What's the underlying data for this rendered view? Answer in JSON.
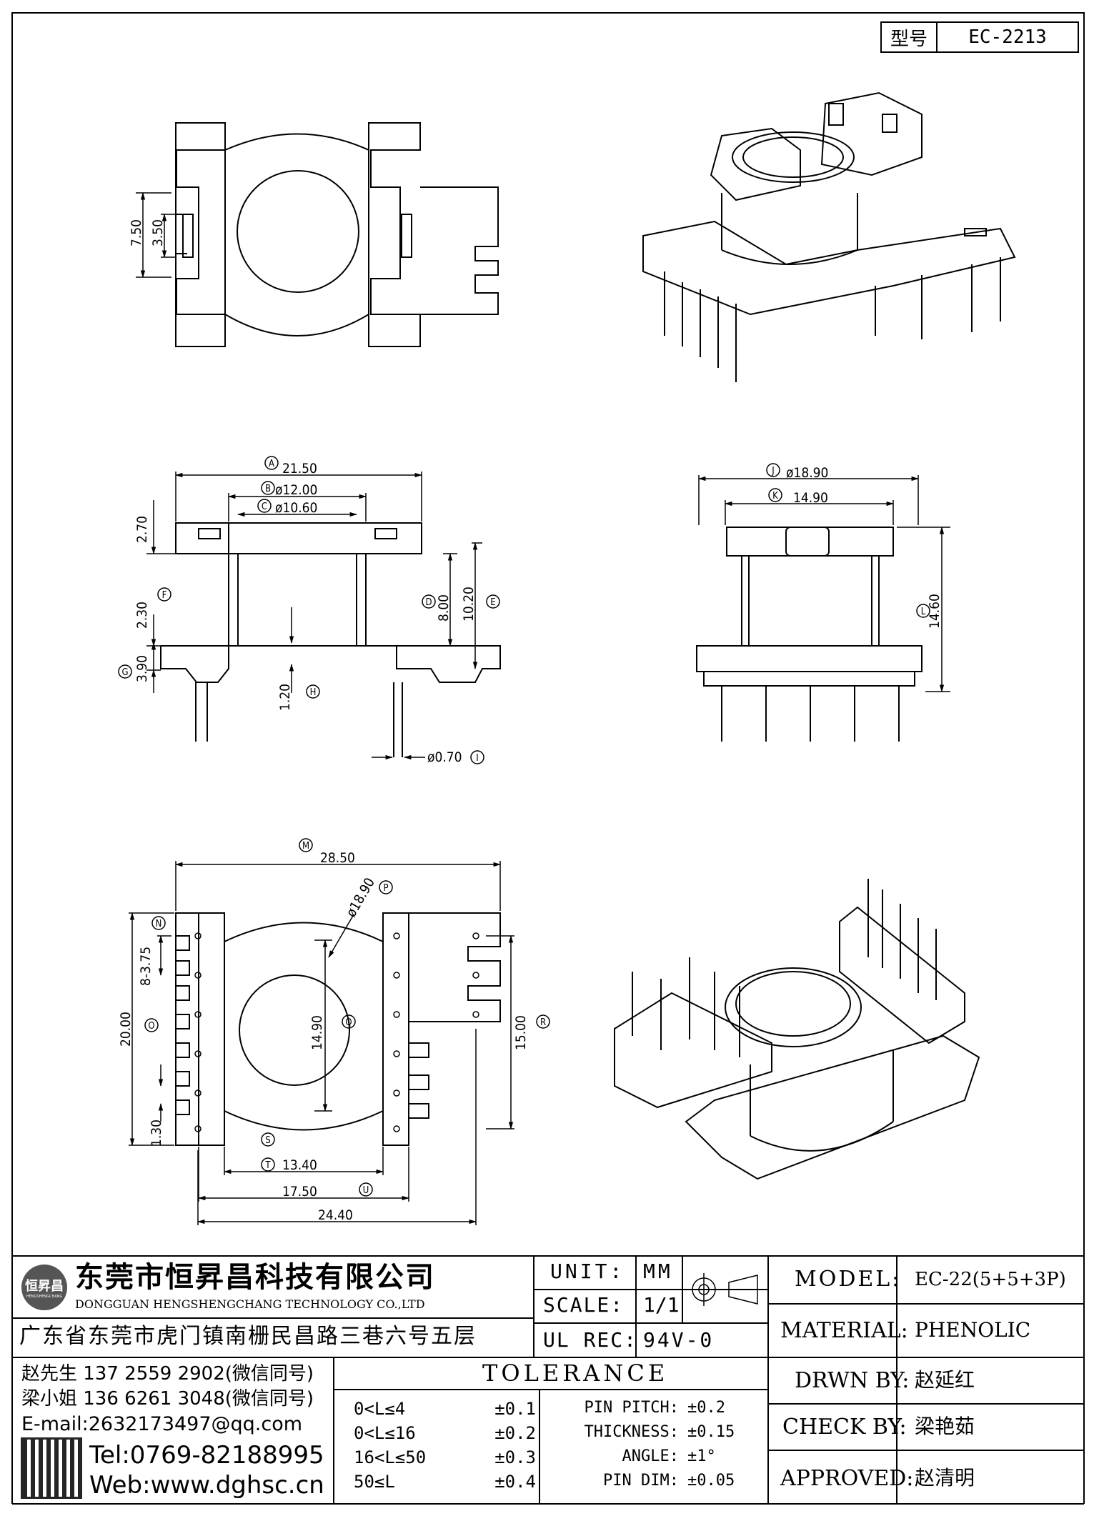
{
  "header": {
    "model_label": "型号",
    "model_value": "EC-2213"
  },
  "dimensions": {
    "top_left": {
      "d1": "7.50",
      "d2": "3.50"
    },
    "front": {
      "A": "21.50",
      "B": "ø12.00",
      "C": "ø10.60",
      "d_270": "2.70",
      "F": "2.30",
      "G": "3.90",
      "D": "8.00",
      "E": "10.20",
      "H": "1.20",
      "I": "ø0.70"
    },
    "side": {
      "J": "ø18.90",
      "K": "14.90",
      "L": "14.60"
    },
    "bottom": {
      "M": "28.50",
      "P": "ø18.90",
      "N": "8-3.75",
      "O": "20.00",
      "Q": "14.90",
      "R": "15.00",
      "d_130": "1.30",
      "S": "13.40",
      "T": "17.50",
      "U": "24.40"
    }
  },
  "letters": [
    "A",
    "B",
    "C",
    "D",
    "E",
    "F",
    "G",
    "H",
    "I",
    "J",
    "K",
    "L",
    "M",
    "N",
    "O",
    "P",
    "Q",
    "R",
    "S",
    "T",
    "U"
  ],
  "company": {
    "name_cn": "东莞市恒昇昌科技有限公司",
    "name_en": "DONGGUAN HENGSHENGCHANG TECHNOLOGY CO.,LTD",
    "address": "广东省东莞市虎门镇南栅民昌路三巷六号五层",
    "logo_text": "恒昇昌",
    "logo_sub": "HENGSHENGCHANG"
  },
  "contacts": {
    "line1": "赵先生 137 2559 2902(微信同号)",
    "line2": "梁小姐 136 6261 3048(微信同号)",
    "email": "E-mail:2632173497@qq.com",
    "tel": "Tel:0769-82188995",
    "web": "Web:www.dghsc.cn"
  },
  "specs": {
    "unit_label": "UNIT:",
    "unit_value": "MM",
    "scale_label": "SCALE:",
    "scale_value": "1/1",
    "ul_label": "UL REC:",
    "ul_value": "94V-0"
  },
  "tolerance": {
    "title": "TOLERANCE",
    "rows": [
      {
        "range": "0<L≤4",
        "value": "±0.1"
      },
      {
        "range": "0<L≤16",
        "value": "±0.2"
      },
      {
        "range": "16<L≤50",
        "value": "±0.3"
      },
      {
        "range": "50≤L",
        "value": "±0.4"
      }
    ],
    "extra": [
      {
        "label": "PIN PITCH:",
        "value": "±0.2"
      },
      {
        "label": "THICKNESS:",
        "value": "±0.15"
      },
      {
        "label": "ANGLE:",
        "value": "±1°"
      },
      {
        "label": "PIN DIM:",
        "value": "±0.05"
      }
    ]
  },
  "title_block": {
    "model_label": "MODEL:",
    "model_value": "EC-22(5+5+3P)",
    "material_label": "MATERIAL:",
    "material_value": "PHENOLIC",
    "drawn_label": "DRWN BY:",
    "drawn_value": "赵延红",
    "check_label": "CHECK BY:",
    "check_value": "梁艳茹",
    "approved_label": "APPROVED:",
    "approved_value": "赵清明"
  }
}
